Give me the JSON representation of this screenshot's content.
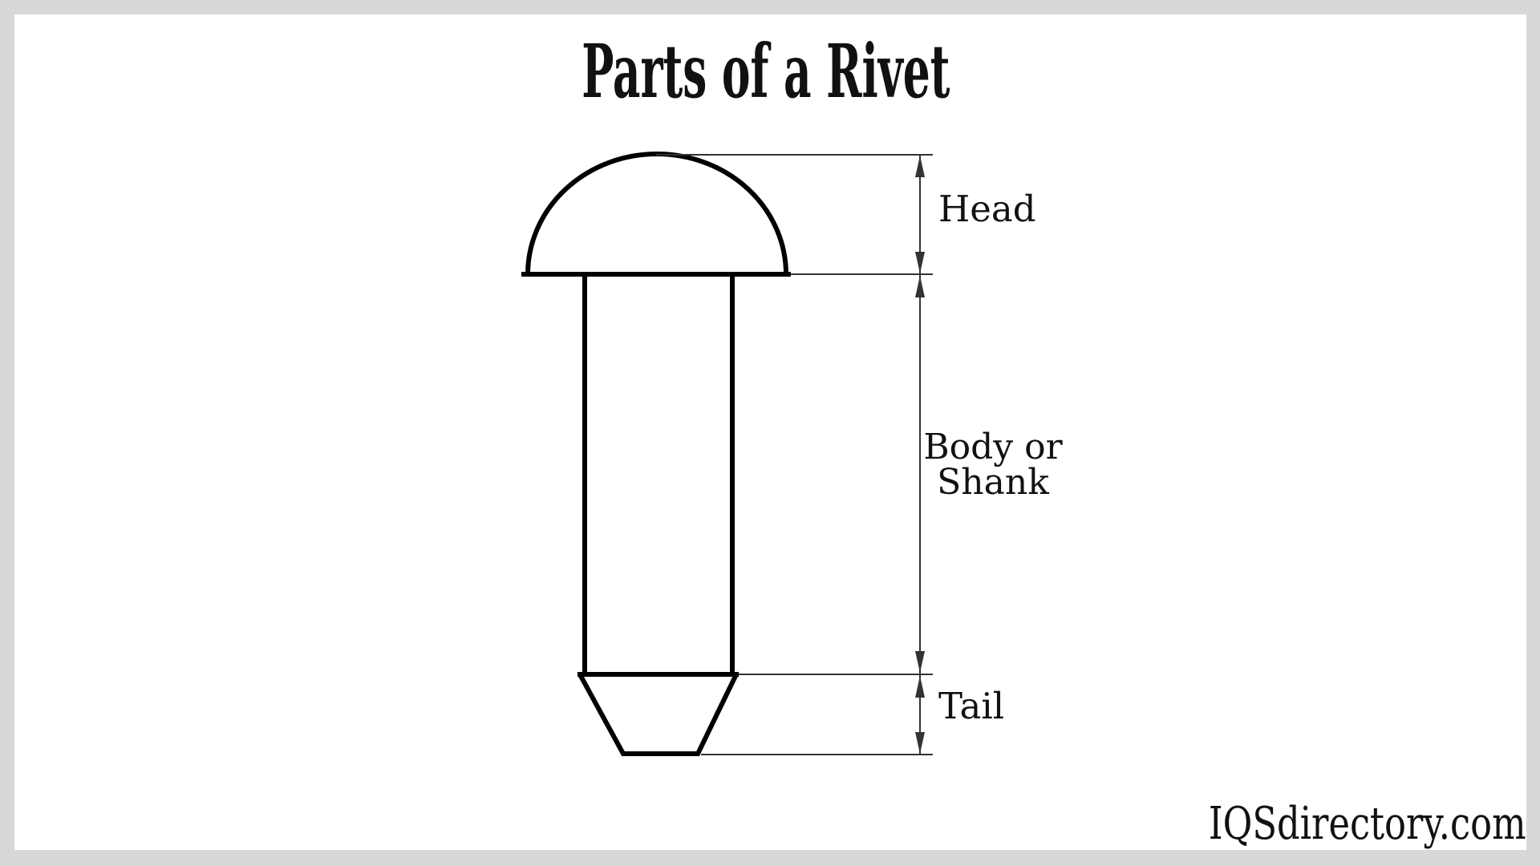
{
  "title": "Parts of a Rivet",
  "diagram": {
    "labels": {
      "head": "Head",
      "body_line1": "Body or",
      "body_line2": "Shank",
      "tail": "Tail"
    }
  },
  "watermark": "IQSdirectory.com",
  "colors": {
    "frame": "#d8d8d8",
    "canvas": "#ffffff",
    "outline": "#000000",
    "dimension_line": "#333333",
    "text": "#111111"
  }
}
